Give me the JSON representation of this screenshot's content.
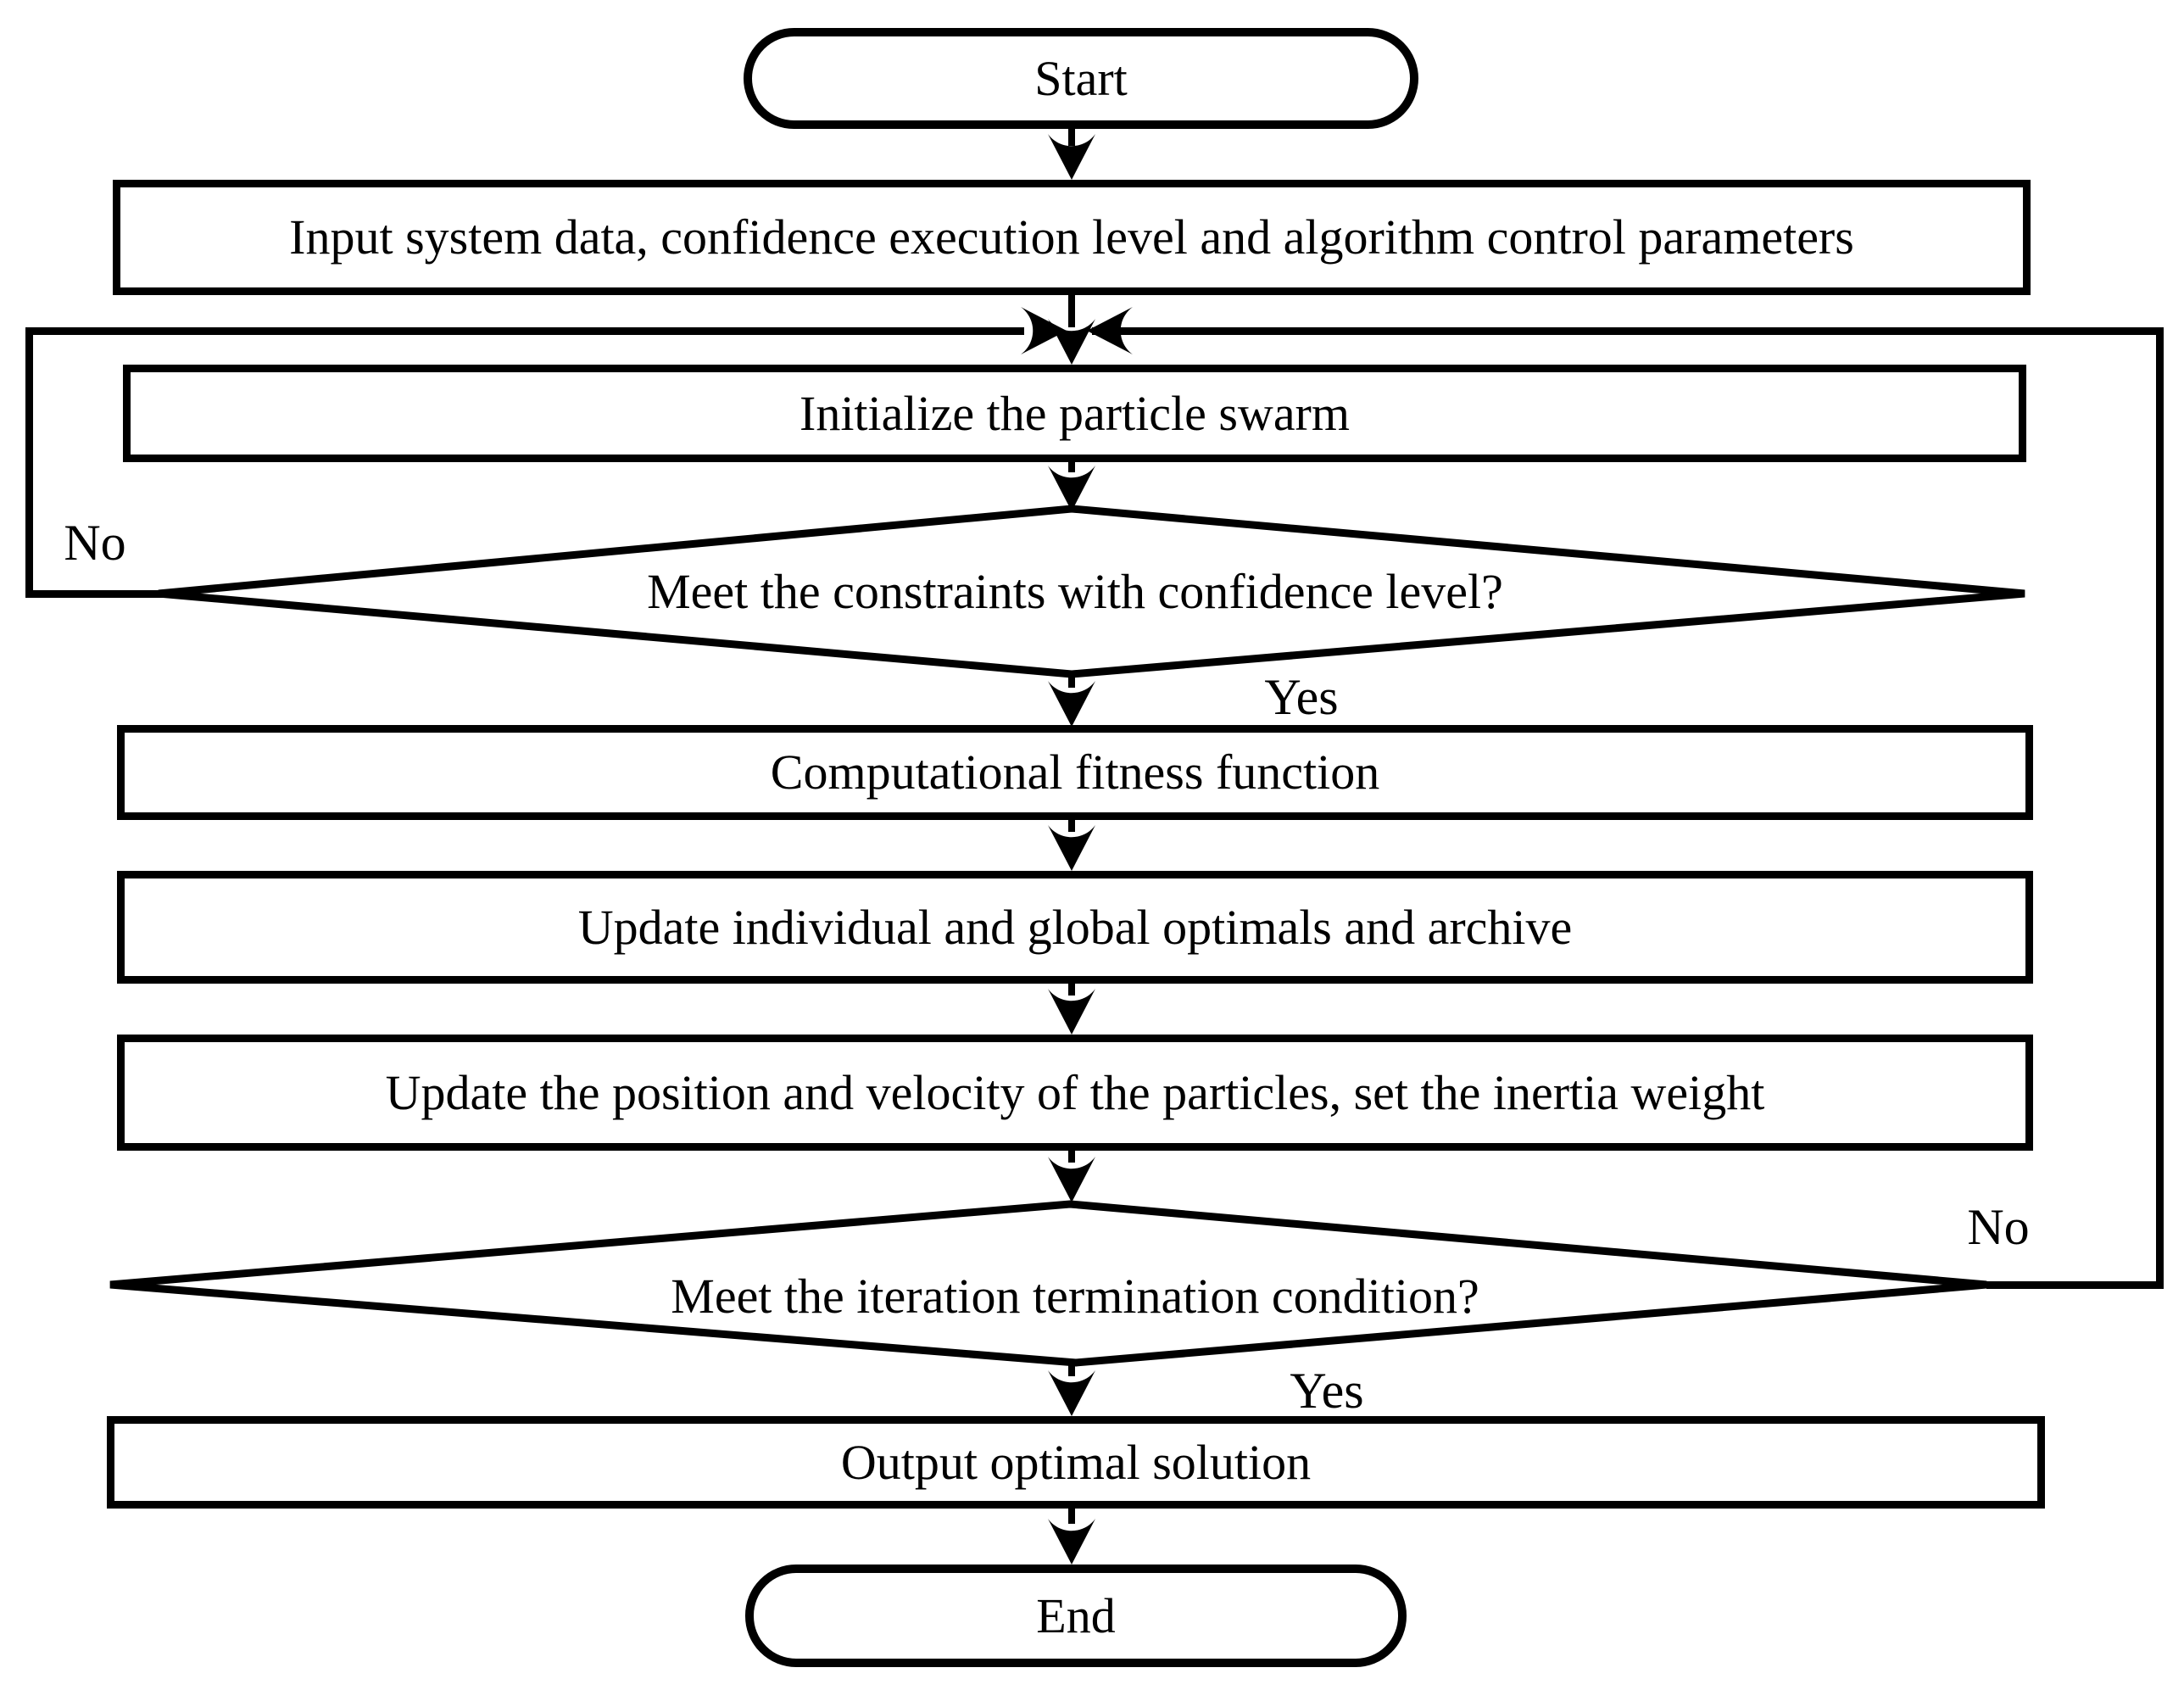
{
  "nodes": {
    "start": {
      "label": "Start"
    },
    "input": {
      "label": "Input system data, confidence execution level and algorithm control parameters"
    },
    "initialize": {
      "label": "Initialize the particle swarm"
    },
    "decision1": {
      "label": "Meet the constraints with confidence level?"
    },
    "fitness": {
      "label": "Computational fitness function"
    },
    "update_optimals": {
      "label": "Update individual and global optimals and archive"
    },
    "update_position": {
      "label": "Update the position and velocity of the particles, set the inertia weight"
    },
    "decision2": {
      "label": "Meet the iteration termination condition?"
    },
    "output": {
      "label": "Output optimal solution"
    },
    "end": {
      "label": "End"
    }
  },
  "edge_labels": {
    "decision1_no": "No",
    "decision1_yes": "Yes",
    "decision2_no": "No",
    "decision2_yes": "Yes"
  },
  "colors": {
    "stroke": "#000000",
    "background": "#ffffff"
  }
}
